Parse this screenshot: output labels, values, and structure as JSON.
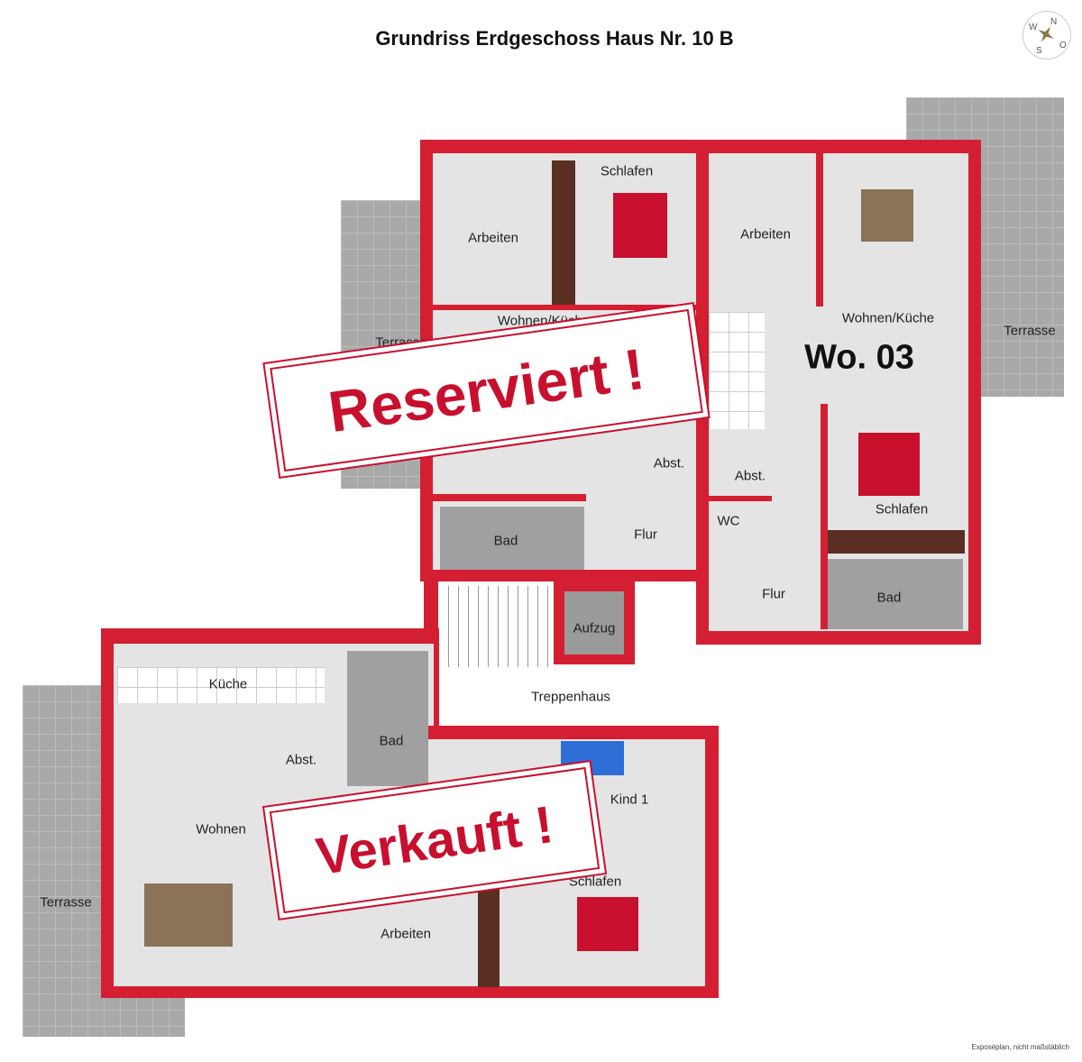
{
  "title": "Grundriss Erdgeschoss Haus Nr. 10 B",
  "compass": {
    "n": "N",
    "o": "O",
    "s": "S",
    "w": "W"
  },
  "rooms": {
    "arbeiten_1": "Arbeiten",
    "schlafen_1": "Schlafen",
    "arbeiten_2": "Arbeiten",
    "wohnen_kueche_1": "Wohnen/Küche",
    "wohnen_kueche_2": "Wohnen/Küche",
    "terrasse_1": "Terrasse",
    "terrasse_2": "Terrasse",
    "abst_1": "Abst.",
    "abst_2": "Abst.",
    "schlafen_2": "Schlafen",
    "bad_1": "Bad",
    "flur_1": "Flur",
    "wc": "WC",
    "flur_2": "Flur",
    "bad_2": "Bad",
    "aufzug": "Aufzug",
    "treppenhaus": "Treppenhaus",
    "kueche": "Küche",
    "bad_3": "Bad",
    "abst_3": "Abst.",
    "kind_1": "Kind 1",
    "wohnen": "Wohnen",
    "terrasse_3": "Terrasse",
    "schlafen_3": "Schlafen",
    "arbeiten_3": "Arbeiten"
  },
  "unit_label": "Wo. 03",
  "stamps": {
    "reserved": "Reserviert !",
    "sold": "Verkauft !"
  },
  "footnote": "Exposéplan, nicht maßstäblich",
  "colors": {
    "wall": "#d41f32",
    "stamp": "#c8102e"
  }
}
